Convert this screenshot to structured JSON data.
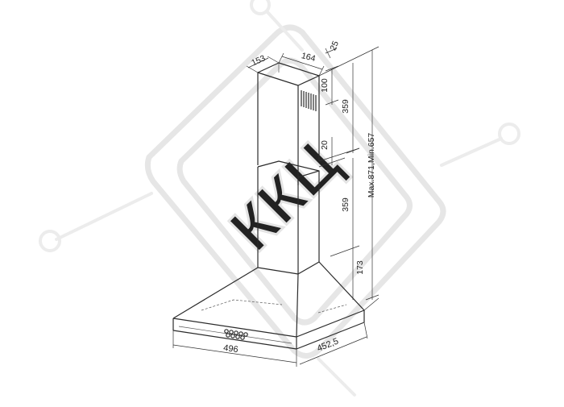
{
  "watermark": {
    "text": "ККЦ"
  },
  "dimensions": {
    "chimney_depth": "153",
    "chimney_width": "164",
    "offset_top": "25",
    "vent_height": "100",
    "upper_chimney_height": "359",
    "overlap": "20",
    "lower_chimney_height": "359",
    "total_height": "Max.871,Min.657",
    "canopy_height": "173",
    "hood_width": "496",
    "hood_depth": "452,5"
  }
}
